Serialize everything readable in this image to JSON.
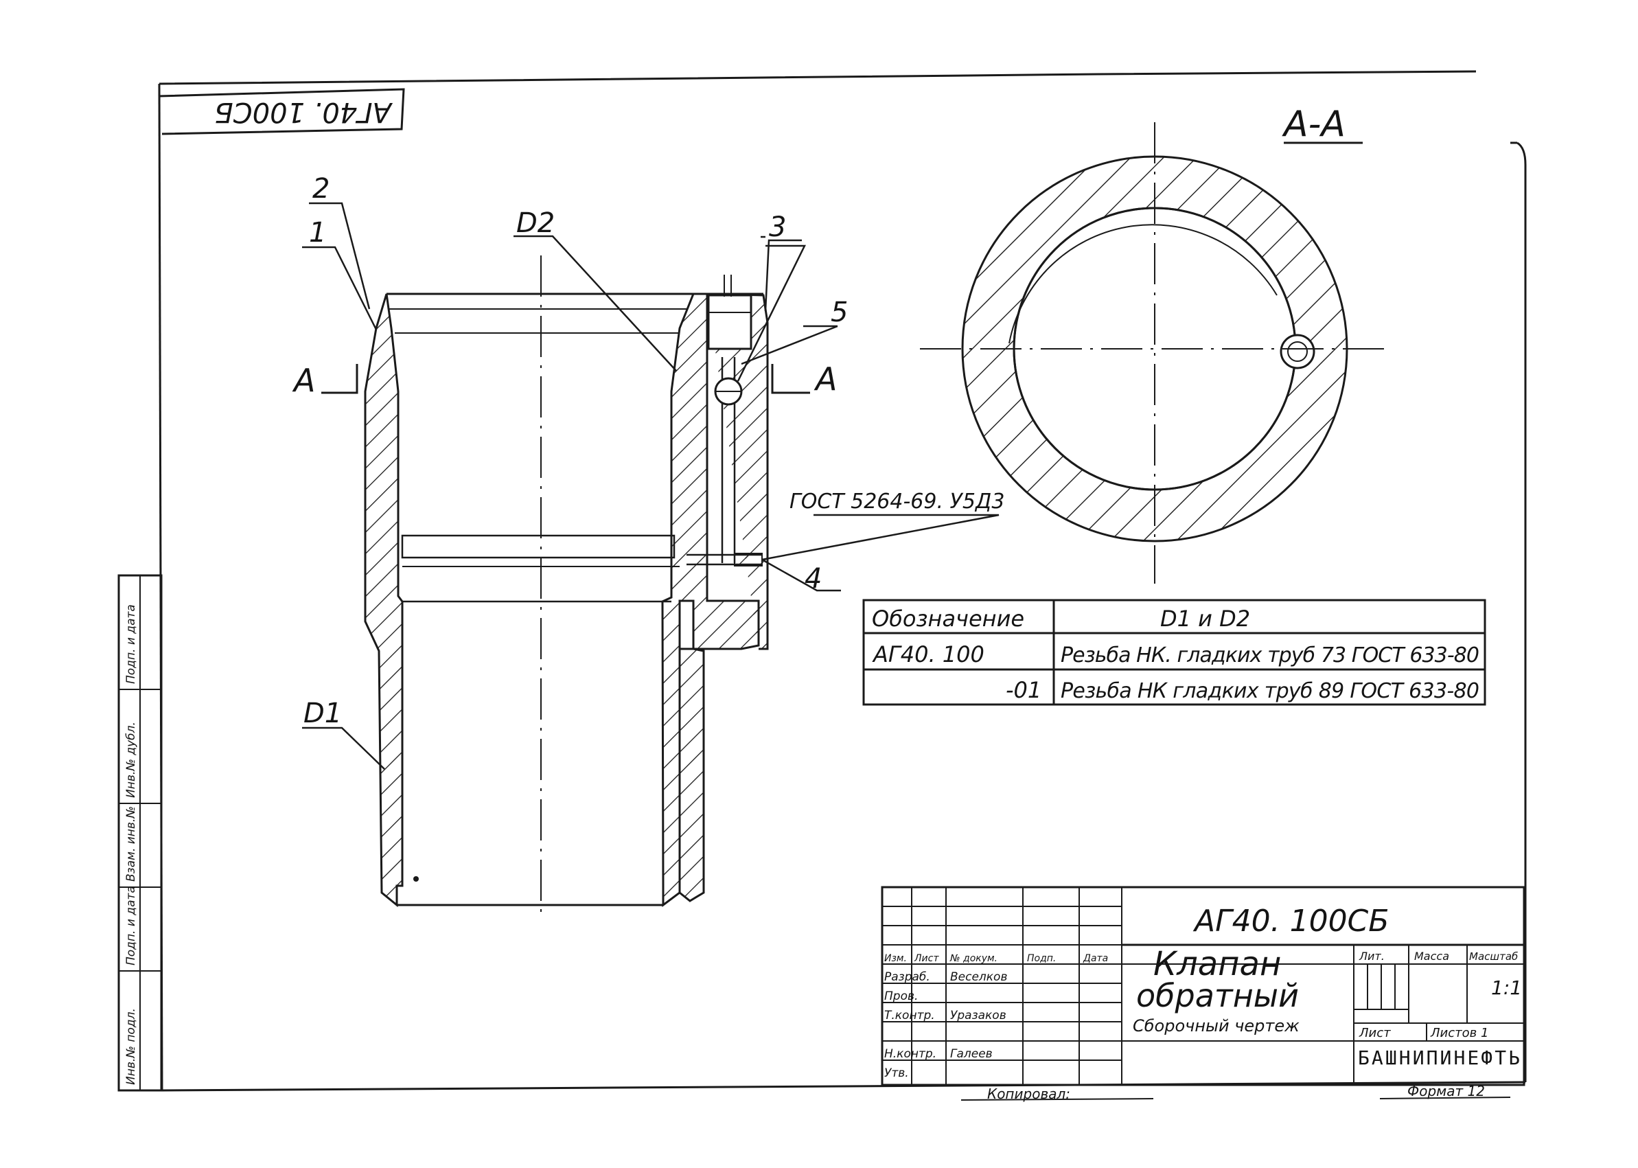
{
  "drawing": {
    "stamp_code": "АГ40. 100СБ",
    "section_label": "А-А",
    "section_marker": "А",
    "item_labels": [
      "1",
      "2",
      "3",
      "4",
      "5"
    ],
    "dimension_labels": {
      "d1": "D1",
      "d2": "D2"
    },
    "gost_note": "ГОСТ 5264-69. У5Д3"
  },
  "variants_table": {
    "headers": [
      "Обозначение",
      "D1 и D2"
    ],
    "rows": [
      {
        "designation": "АГ40. 100",
        "thread": "Резьба НК. гладких труб 73 ГОСТ 633-80"
      },
      {
        "designation": "-01",
        "thread": "Резьба НК гладких труб 89 ГОСТ 633-80"
      }
    ]
  },
  "title_block": {
    "doc_code": "АГ40. 100СБ",
    "name_line1": "Клапан",
    "name_line2": "обратный",
    "doc_type": "Сборочный чертеж",
    "col_headers": [
      "Изм.",
      "Лист",
      "№ докум.",
      "Подп.",
      "Дата"
    ],
    "roles": [
      "Разраб.",
      "Пров.",
      "Т.контр.",
      "Н.контр.",
      "Утв."
    ],
    "names": [
      "Веселков",
      "Уразаков",
      "Галеев"
    ],
    "lit_label": "Лит.",
    "mass_label": "Масса",
    "scale_label": "Масштаб",
    "scale_value": "1:1",
    "sheet_label": "Лист",
    "sheets_label": "Листов 1",
    "organization": "БАШНИПИНЕФТЬ",
    "copied_label": "Копировал:",
    "format_label": "Формат 12"
  },
  "side_stamp": {
    "labels": [
      "Инв.№ подл.",
      "Подп. и дата",
      "Взам. инв.№",
      "Инв.№ дубл.",
      "Подп. и дата"
    ]
  }
}
